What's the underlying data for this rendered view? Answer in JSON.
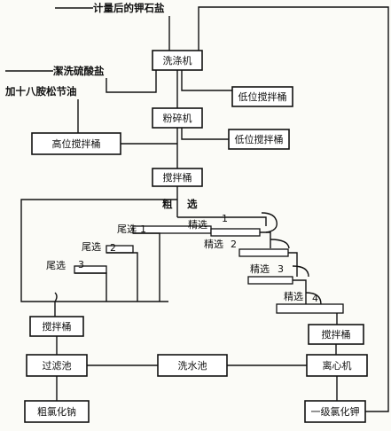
{
  "inputs": {
    "potassium_salt": "计量后的钾石盐",
    "sulfonate": "潔洗硫酸盐",
    "amine_oil": "加十八胺松节油"
  },
  "boxes": {
    "washer": "洗涤机",
    "low_tank_1": "低位搅拌桶",
    "crusher": "粉碎机",
    "low_tank_2": "低位搅拌桶",
    "high_tank": "高位搅拌桶",
    "agitator_top": "搅拌桶",
    "agitator_left": "搅拌桶",
    "agitator_right": "搅拌桶",
    "filter_tank": "过滤池",
    "wash_tank": "洗水池",
    "centrifuge": "离心机",
    "crude_nacl": "粗氯化钠",
    "kcl_grade1": "一级氯化钾"
  },
  "flotation": {
    "rough_1": "粗",
    "rough_2": "选",
    "tail_1": "尾选",
    "tail_2": "尾选",
    "tail_3": "尾选",
    "fine_1": "精选",
    "fine_2": "精选",
    "fine_3": "精选",
    "fine_4": "精选",
    "n1": "1",
    "n2": "2",
    "n3": "3",
    "f1": "1",
    "f2": "2",
    "f3": "3",
    "f4": "4"
  }
}
